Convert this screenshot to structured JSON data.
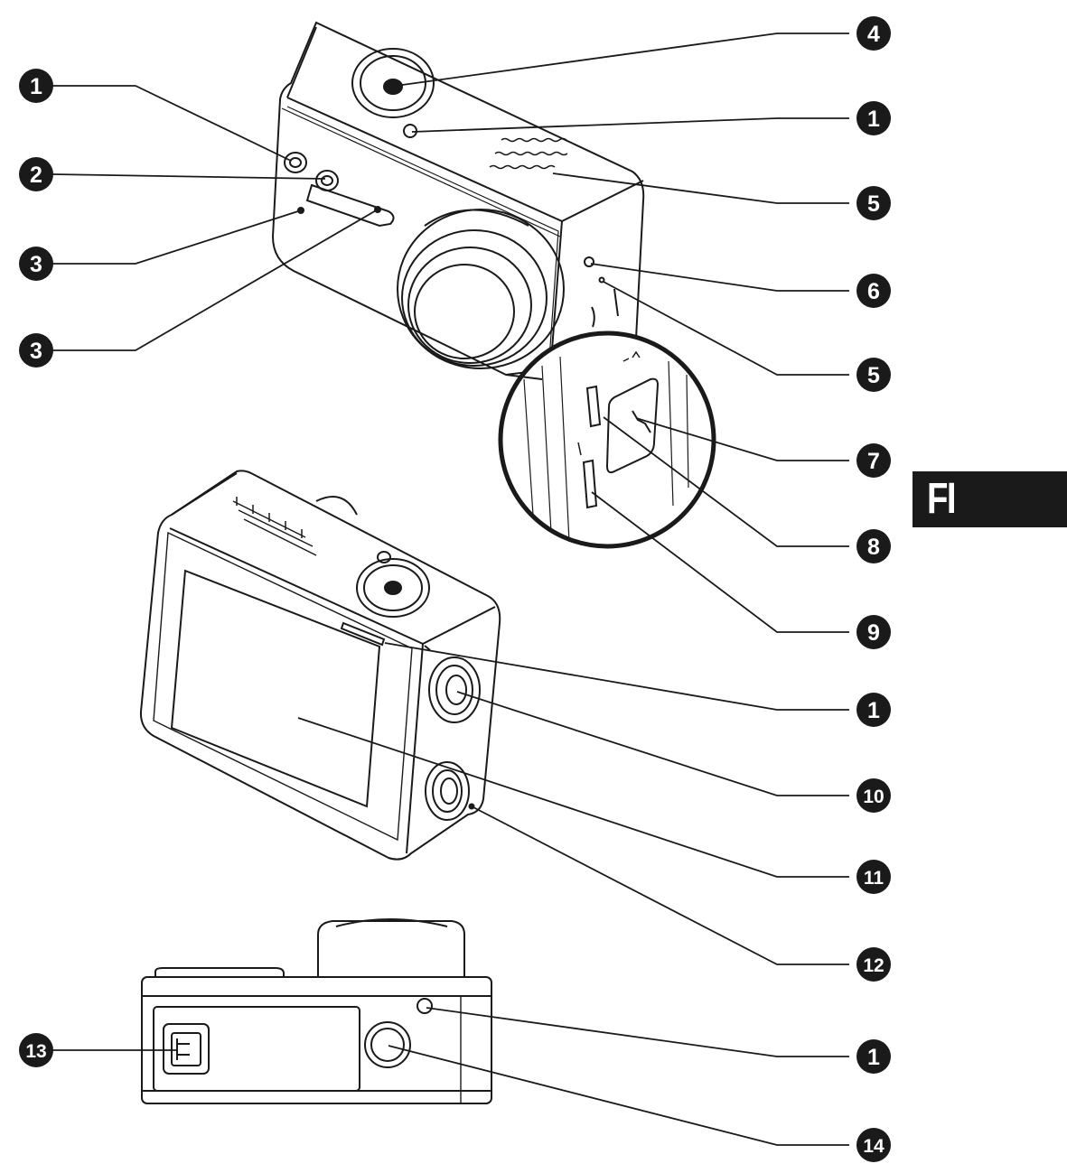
{
  "language_tab": {
    "label": "FI",
    "color": "#1a1a1a"
  },
  "colors": {
    "ink": "#1a1a1a",
    "paper": "#ffffff",
    "body_fill": "#ffffff"
  },
  "callouts": [
    {
      "id": "cl-1a",
      "number": "1",
      "side": "left"
    },
    {
      "id": "cl-2",
      "number": "2",
      "side": "left"
    },
    {
      "id": "cl-3a",
      "number": "3",
      "side": "left"
    },
    {
      "id": "cl-3b",
      "number": "3",
      "side": "left"
    },
    {
      "id": "cl-4",
      "number": "4",
      "side": "right"
    },
    {
      "id": "cl-1b",
      "number": "1",
      "side": "right"
    },
    {
      "id": "cl-5a",
      "number": "5",
      "side": "right"
    },
    {
      "id": "cl-6",
      "number": "6",
      "side": "right"
    },
    {
      "id": "cl-5b",
      "number": "5",
      "side": "right"
    },
    {
      "id": "cl-7",
      "number": "7",
      "side": "right"
    },
    {
      "id": "cl-8",
      "number": "8",
      "side": "right"
    },
    {
      "id": "cl-9",
      "number": "9",
      "side": "right"
    },
    {
      "id": "cl-1c",
      "number": "1",
      "side": "right"
    },
    {
      "id": "cl-10",
      "number": "10",
      "side": "right"
    },
    {
      "id": "cl-11",
      "number": "11",
      "side": "right"
    },
    {
      "id": "cl-12",
      "number": "12",
      "side": "right"
    },
    {
      "id": "cl-13",
      "number": "13",
      "side": "left"
    },
    {
      "id": "cl-1d",
      "number": "1",
      "side": "right"
    },
    {
      "id": "cl-14",
      "number": "14",
      "side": "right"
    }
  ]
}
